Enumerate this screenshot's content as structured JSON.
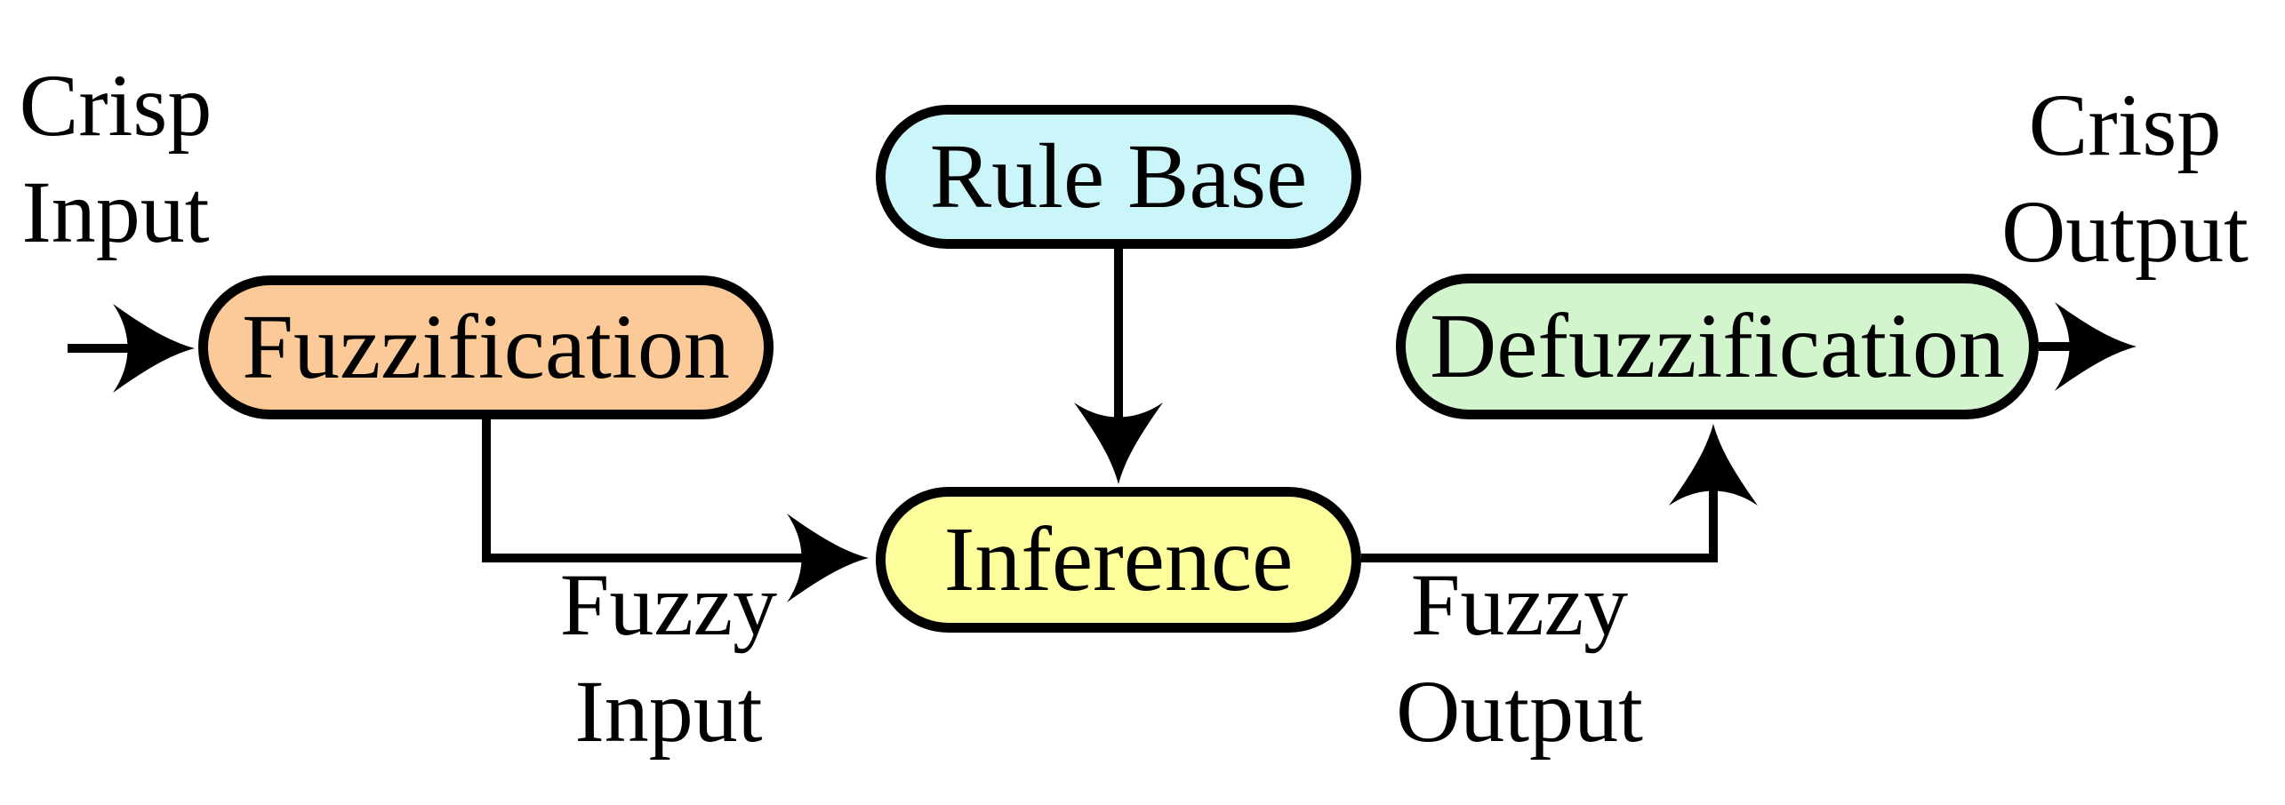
{
  "nodes": {
    "fuzzification": {
      "label": "Fuzzification",
      "fill": "#FCCA99"
    },
    "rule_base": {
      "label": "Rule Base",
      "fill": "#CAF5F9"
    },
    "inference": {
      "label": "Inference",
      "fill": "#FDFD9C"
    },
    "defuzzification": {
      "label": "Defuzzification",
      "fill": "#D2F5CE"
    }
  },
  "labels": {
    "crisp_input": {
      "line1": "Crisp",
      "line2": "Input"
    },
    "fuzzy_input": {
      "line1": "Fuzzy",
      "line2": "Input"
    },
    "fuzzy_output": {
      "line1": "Fuzzy",
      "line2": "Output"
    },
    "crisp_output": {
      "line1": "Crisp",
      "line2": "Output"
    }
  },
  "colors": {
    "background": "#FFFFFF",
    "line": "#000000",
    "text": "#000000"
  }
}
